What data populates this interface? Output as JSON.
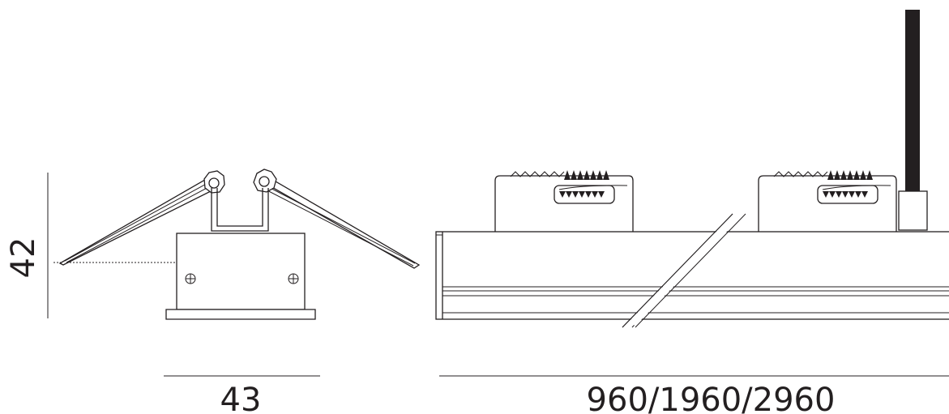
{
  "dimensions": {
    "height_label": "42",
    "width_label": "43",
    "length_label": "960/1960/2960"
  }
}
